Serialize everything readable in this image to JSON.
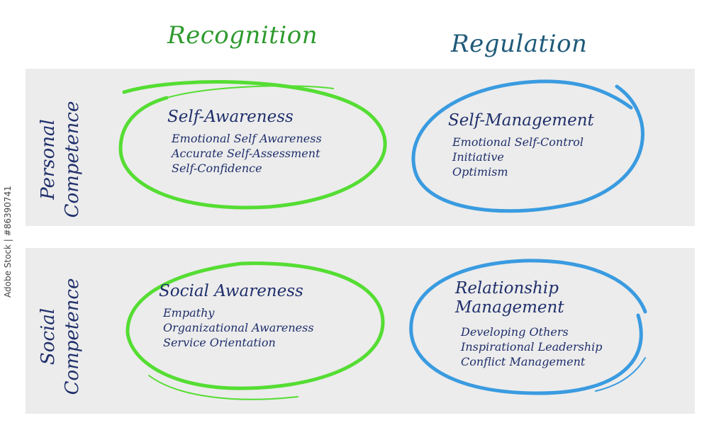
{
  "columns": {
    "recognition": {
      "label": "Recognition",
      "color": "#2e9a2e"
    },
    "regulation": {
      "label": "Regulation",
      "color": "#1f5a7a"
    }
  },
  "rows": {
    "personal": {
      "line1": "Personal",
      "line2": "Competence"
    },
    "social": {
      "line1": "Social",
      "line2": "Competence"
    }
  },
  "cells": {
    "self_awareness": {
      "title": "Self-Awareness",
      "items": [
        "Emotional Self Awareness",
        "Accurate Self-Assessment",
        "Self-Confidence"
      ]
    },
    "self_management": {
      "title": "Self-Management",
      "items": [
        "Emotional Self-Control",
        "Initiative",
        "Optimism"
      ]
    },
    "social_awareness": {
      "title": "Social Awareness",
      "items": [
        "Empathy",
        "Organizational Awareness",
        "Service Orientation"
      ]
    },
    "relationship_management": {
      "title_line1": "Relationship",
      "title_line2": "Management",
      "items": [
        "Developing Others",
        "Inspirational Leadership",
        "Conflict Management"
      ]
    }
  },
  "colors": {
    "green": "#55dd33",
    "blue": "#3a9be0",
    "text": "#1f2f6b",
    "band": "#ececec"
  },
  "stock_id": "Adobe Stock | #86390741"
}
